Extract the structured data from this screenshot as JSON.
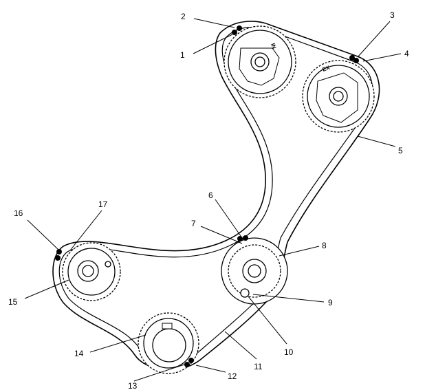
{
  "callouts": [
    {
      "id": "1",
      "label": "1"
    },
    {
      "id": "2",
      "label": "2"
    },
    {
      "id": "3",
      "label": "3"
    },
    {
      "id": "4",
      "label": "4"
    },
    {
      "id": "5",
      "label": "5"
    },
    {
      "id": "6",
      "label": "6"
    },
    {
      "id": "7",
      "label": "7"
    },
    {
      "id": "8",
      "label": "8"
    },
    {
      "id": "9",
      "label": "9"
    },
    {
      "id": "10",
      "label": "10"
    },
    {
      "id": "11",
      "label": "11"
    },
    {
      "id": "12",
      "label": "12"
    },
    {
      "id": "13",
      "label": "13"
    },
    {
      "id": "14",
      "label": "14"
    },
    {
      "id": "15",
      "label": "15"
    },
    {
      "id": "16",
      "label": "16"
    },
    {
      "id": "17",
      "label": "17"
    }
  ],
  "sprocket_marks": {
    "intake": "IN",
    "exhaust": "EX"
  },
  "colors": {
    "line": "#000000",
    "background": "#ffffff"
  }
}
